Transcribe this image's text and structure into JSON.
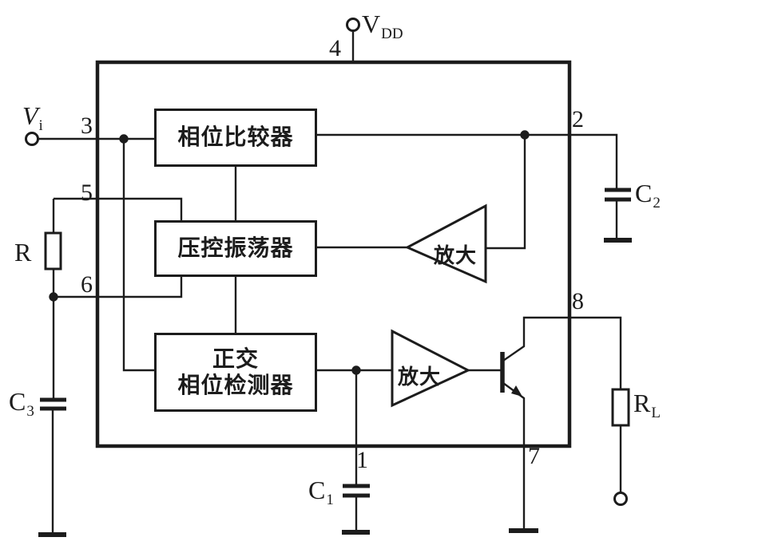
{
  "colors": {
    "line": "#1c1c1c",
    "paper": "#ffffff"
  },
  "ic": {
    "pins": {
      "p1": "1",
      "p2": "2",
      "p3": "3",
      "p4": "4",
      "p5": "5",
      "p6": "6",
      "p7": "7",
      "p8": "8"
    }
  },
  "blocks": {
    "phase_comparator": "相位比较器",
    "vco": "压控振荡器",
    "quadrature_detector_line1": "正交",
    "quadrature_detector_line2": "相位检测器",
    "amplifier_top": "放大",
    "amplifier_bottom": "放大"
  },
  "terminals": {
    "input": {
      "main": "V",
      "sub": "i"
    },
    "supply": {
      "main": "V",
      "sub": "DD"
    }
  },
  "components": {
    "r": {
      "main": "R",
      "sub": ""
    },
    "rl": {
      "main": "R",
      "sub": "L"
    },
    "c1": {
      "main": "C",
      "sub": "1"
    },
    "c2": {
      "main": "C",
      "sub": "2"
    },
    "c3": {
      "main": "C",
      "sub": "3"
    }
  }
}
